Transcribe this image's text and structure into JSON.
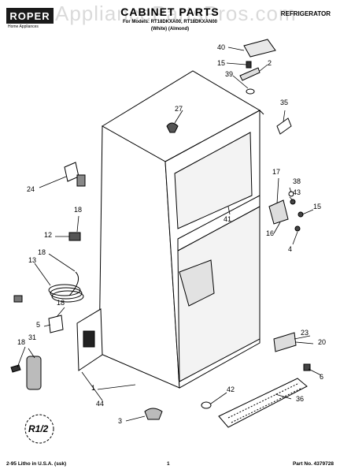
{
  "header": {
    "brand": "ROPER",
    "brand_subtitle": "Home Appliances",
    "watermark": "AppliancePartsPros.com",
    "title": "CABINET PARTS",
    "subtitle": "For Models: RT18DKXA00, RT18DKXAN00",
    "variants": "(White)   (Almond)",
    "product": "REFRIGERATOR"
  },
  "footer": {
    "litho": "2-95 Litho in U.S.A. (ssk)",
    "page": "1",
    "part_no": "Part No. 4379728"
  },
  "callouts": [
    {
      "id": "c40",
      "text": "40"
    },
    {
      "id": "c15a",
      "text": "15"
    },
    {
      "id": "c2",
      "text": "2"
    },
    {
      "id": "c39",
      "text": "39"
    },
    {
      "id": "c35",
      "text": "35"
    },
    {
      "id": "c27",
      "text": "27"
    },
    {
      "id": "c17",
      "text": "17"
    },
    {
      "id": "c38",
      "text": "38"
    },
    {
      "id": "c43",
      "text": "43"
    },
    {
      "id": "c15b",
      "text": "15"
    },
    {
      "id": "c16",
      "text": "16"
    },
    {
      "id": "c4",
      "text": "4"
    },
    {
      "id": "c41",
      "text": "41"
    },
    {
      "id": "c24",
      "text": "24"
    },
    {
      "id": "c18a",
      "text": "18"
    },
    {
      "id": "c12",
      "text": "12"
    },
    {
      "id": "c18b",
      "text": "18"
    },
    {
      "id": "c13",
      "text": "13"
    },
    {
      "id": "c18c",
      "text": "18"
    },
    {
      "id": "c5",
      "text": "5"
    },
    {
      "id": "c18d",
      "text": "18"
    },
    {
      "id": "c31",
      "text": "31"
    },
    {
      "id": "c1",
      "text": "1"
    },
    {
      "id": "c44",
      "text": "44"
    },
    {
      "id": "c23",
      "text": "23"
    },
    {
      "id": "c20",
      "text": "20"
    },
    {
      "id": "c6",
      "text": "6"
    },
    {
      "id": "c42",
      "text": "42"
    },
    {
      "id": "c36",
      "text": "36"
    },
    {
      "id": "c3",
      "text": "3"
    }
  ],
  "badge": "R1/2"
}
